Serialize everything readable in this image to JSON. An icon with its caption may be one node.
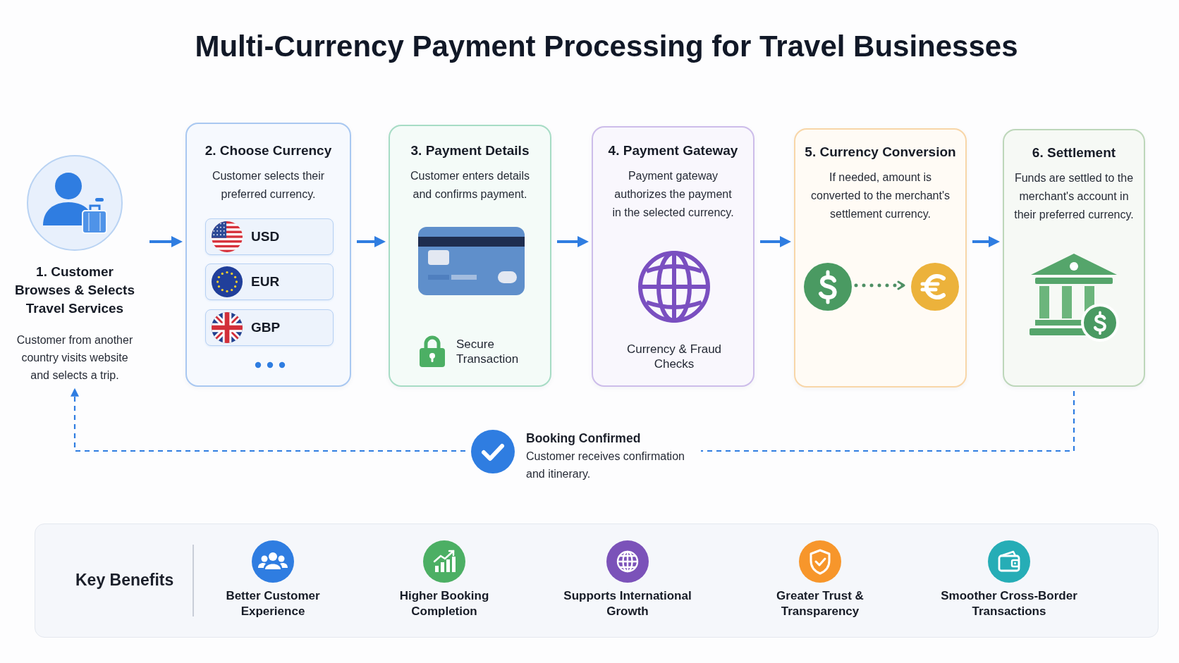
{
  "diagram": {
    "title": "Multi-Currency Payment Processing for Travel Businesses",
    "nodes": [
      {
        "text": [
          "1. Customer Browses & Selects Travel Services",
          "Customer from another country visits website and selects a trip."
        ]
      },
      {
        "text": [
          "2. Choose Currency",
          "Customer selects their preferred currency."
        ]
      },
      {
        "text": [
          "USD"
        ],
        "in": 1
      },
      {
        "text": [
          "EUR"
        ],
        "in": 1
      },
      {
        "text": [
          "GBP"
        ],
        "in": 1
      },
      {
        "text": [
          "3. Payment Details",
          "Customer enters details and confirms payment.",
          "Secure Transaction"
        ]
      },
      {
        "text": [
          "4. Payment Gateway",
          "Payment gateway authorizes the payment in the selected currency.",
          "Currency & Fraud Checks"
        ]
      },
      {
        "text": [
          "5. Currency Conversion",
          "If needed, amount is converted to the merchant's settlement currency."
        ]
      },
      {
        "text": [],
        "shape": "circle",
        "in": 7
      },
      {
        "text": [],
        "shape": "circle",
        "in": 7
      },
      {
        "text": [
          "6. Settlement",
          "Funds are settled to the merchant's account in their preferred currency."
        ]
      },
      {
        "text": [
          "Booking Confirmed",
          "Customer receives confirmation and itinerary."
        ]
      },
      {
        "text": [
          "Key Benefits"
        ]
      },
      {
        "text": [
          "Better Customer Experience"
        ],
        "in": 12
      },
      {
        "text": [
          "Higher Booking Completion"
        ],
        "in": 12
      },
      {
        "text": [
          "Supports International Growth"
        ],
        "in": 12
      },
      {
        "text": [
          "Greater Trust & Transparency"
        ],
        "in": 12
      },
      {
        "text": [
          "Smoother Cross-Border Transactions"
        ],
        "in": 12
      }
    ],
    "edges": [
      {
        "from": 0,
        "to": 1,
        "arrow": "to"
      },
      {
        "from": 1,
        "to": 5,
        "arrow": "to"
      },
      {
        "from": 5,
        "to": 6,
        "arrow": "to"
      },
      {
        "from": 6,
        "to": 7,
        "arrow": "to"
      },
      {
        "from": 7,
        "to": 10,
        "arrow": "to"
      },
      {
        "from": 8,
        "to": 9,
        "arrow": "to",
        "style": "dashed",
        "color": "#4e8f64"
      },
      {
        "from": 10,
        "to": 11,
        "arrow": "none",
        "style": "dashed"
      },
      {
        "from": 11,
        "to": 0,
        "arrow": "to",
        "style": "dashed"
      }
    ]
  }
}
